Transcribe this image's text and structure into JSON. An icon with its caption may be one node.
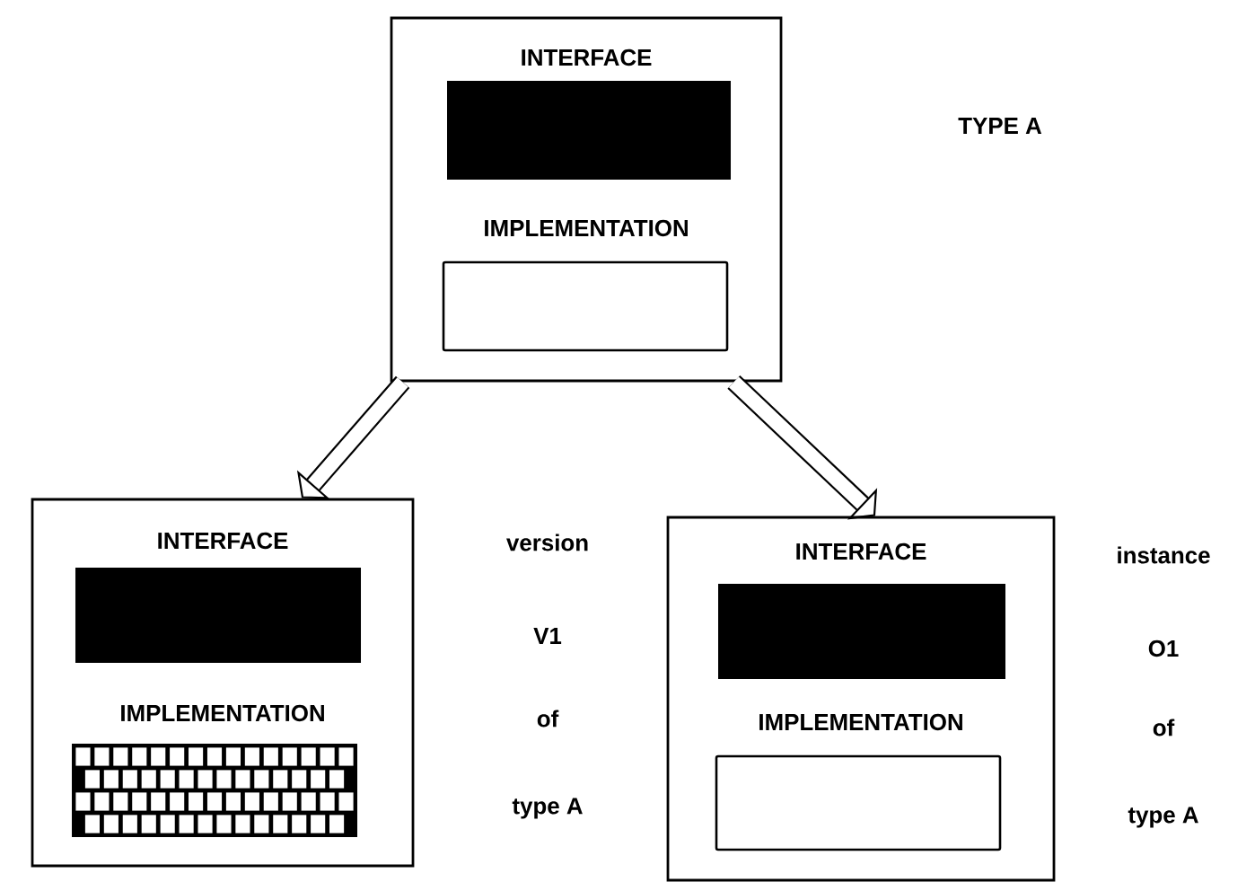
{
  "diagram": {
    "nodes": [
      {
        "text": [
          "INTERFACE",
          "IMPLEMENTATION"
        ]
      },
      {
        "text": [],
        "shape": "box",
        "in": 0
      },
      {
        "text": [],
        "shape": "box",
        "in": 0
      },
      {
        "text": [
          "INTERFACE",
          "IMPLEMENTATION"
        ],
        "beside": [
          "version",
          "V1",
          "of",
          "type A"
        ]
      },
      {
        "text": [],
        "shape": "box",
        "in": 3
      },
      {
        "text": [],
        "shape": "box",
        "in": 3
      },
      {
        "text": [
          "INTERFACE",
          "IMPLEMENTATION"
        ],
        "beside": [
          "instance",
          "O1",
          "of",
          "type A"
        ]
      },
      {
        "text": [],
        "shape": "box",
        "in": 6
      },
      {
        "text": [],
        "shape": "box",
        "in": 6
      }
    ],
    "edges": [
      {
        "from": 0,
        "to": 3,
        "arrow": "to"
      },
      {
        "from": 0,
        "to": 6,
        "arrow": "to"
      }
    ],
    "labels": [
      "TYPE A"
    ]
  }
}
